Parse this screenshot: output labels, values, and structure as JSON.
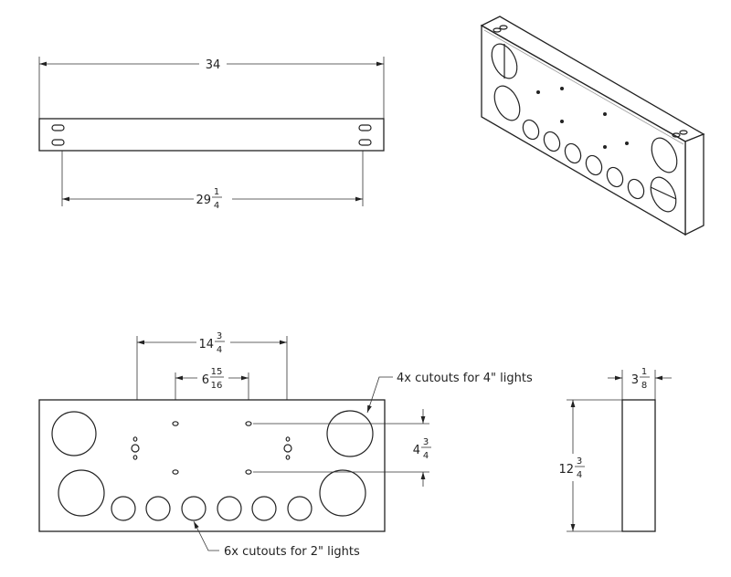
{
  "top_view": {
    "overall_length": {
      "whole": "34"
    },
    "slot_spacing": {
      "whole": "29",
      "num": "1",
      "den": "4"
    }
  },
  "front_view": {
    "outer_hole_spacing": {
      "whole": "14",
      "num": "3",
      "den": "4"
    },
    "inner_hole_spacing": {
      "whole": "6",
      "num": "15",
      "den": "16"
    },
    "vertical_hole_spacing": {
      "whole": "4",
      "num": "3",
      "den": "4"
    },
    "callout_large": "4x cutouts for 4\" lights",
    "callout_small": "6x cutouts for 2\" lights"
  },
  "side_view": {
    "depth": {
      "whole": "3",
      "num": "1",
      "den": "8"
    },
    "height": {
      "whole": "12",
      "num": "3",
      "den": "4"
    }
  }
}
